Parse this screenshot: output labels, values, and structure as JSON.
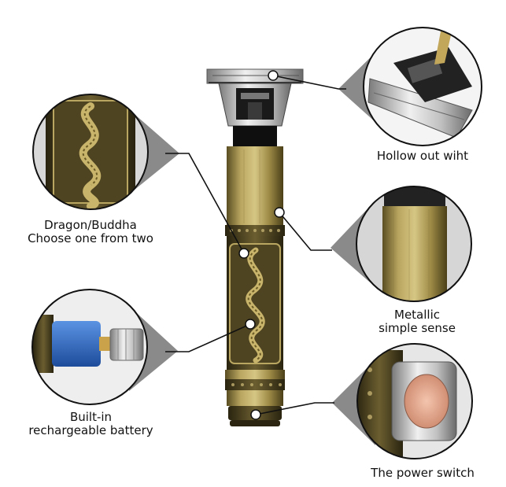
{
  "features": [
    {
      "id": "dragon",
      "lines": [
        "Dragon/Buddha",
        "Choose one from two"
      ]
    },
    {
      "id": "hollow",
      "lines": [
        "Hollow out wiht"
      ]
    },
    {
      "id": "metallic",
      "lines": [
        "Metallic",
        "simple sense"
      ]
    },
    {
      "id": "battery",
      "lines": [
        "Built-in",
        "rechargeable battery"
      ]
    },
    {
      "id": "switch",
      "lines": [
        "The power switch"
      ]
    }
  ],
  "colors": {
    "gold": "#a89450",
    "dark_bronze": "#3a3218",
    "line": "#111111",
    "callout_gray": "#8a8a8a",
    "battery_blue": "#2f6cc6",
    "switch_pink": "#e6a890"
  }
}
